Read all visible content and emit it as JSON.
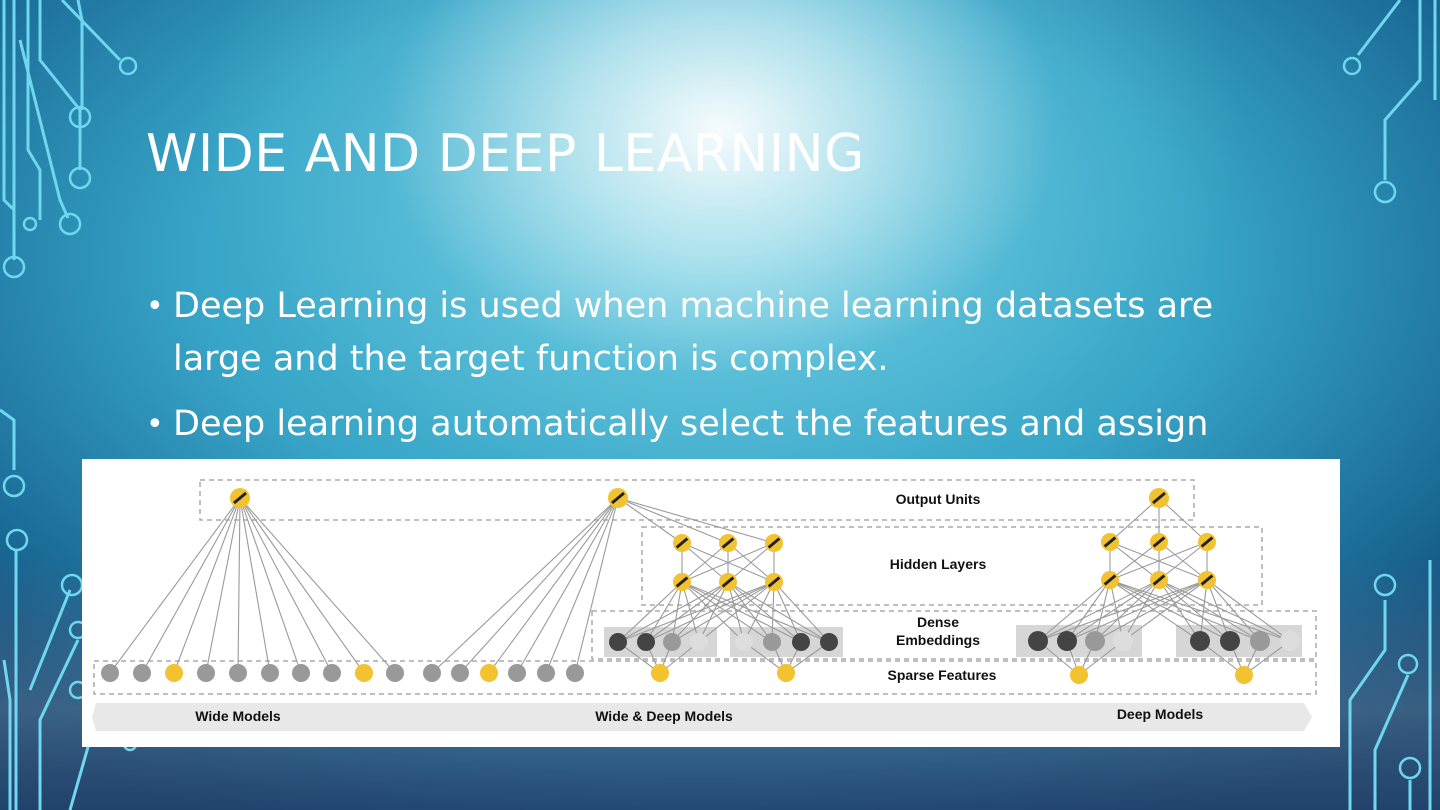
{
  "slide": {
    "title": "WIDE AND DEEP LEARNING",
    "bullets": [
      "Deep Learning is used when machine learning datasets are large and the target function is complex.",
      "Deep learning automatically select the features and assign"
    ]
  },
  "figure": {
    "layer_labels": {
      "output": "Output Units",
      "hidden": "Hidden Layers",
      "dense_line1": "Dense",
      "dense_line2": "Embeddings",
      "sparse": "Sparse Features"
    },
    "model_labels": {
      "wide": "Wide Models",
      "wide_deep": "Wide & Deep Models",
      "deep": "Deep Models"
    },
    "colors": {
      "yellow": "#f2c230",
      "gray": "#999999",
      "dark": "#444444",
      "light": "#dddddd"
    }
  }
}
